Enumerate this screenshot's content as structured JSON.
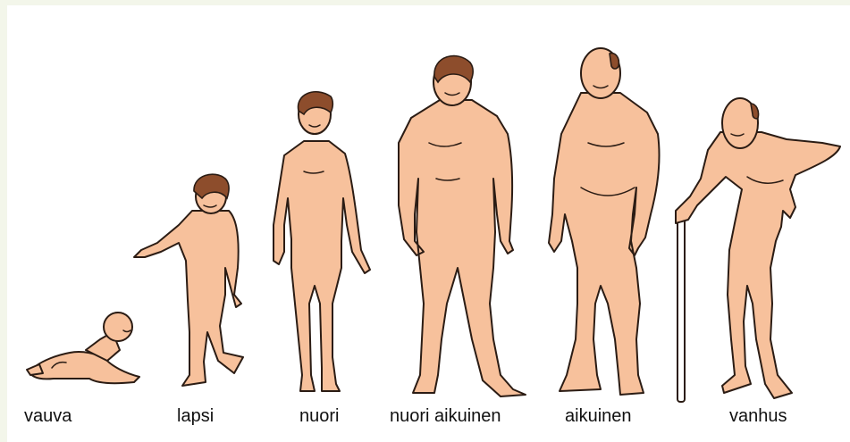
{
  "stages": [
    {
      "id": "baby",
      "label": "vauva"
    },
    {
      "id": "child",
      "label": "lapsi"
    },
    {
      "id": "youth",
      "label": "nuori"
    },
    {
      "id": "young-adult",
      "label": "nuori aikuinen"
    },
    {
      "id": "adult",
      "label": "aikuinen"
    },
    {
      "id": "elderly",
      "label": "vanhus"
    }
  ],
  "colors": {
    "skin": "#f7c19c",
    "hair": "#8d4d2c",
    "outline": "#2b1c14",
    "background": "#ffffff",
    "border": "#f3f6ea"
  }
}
